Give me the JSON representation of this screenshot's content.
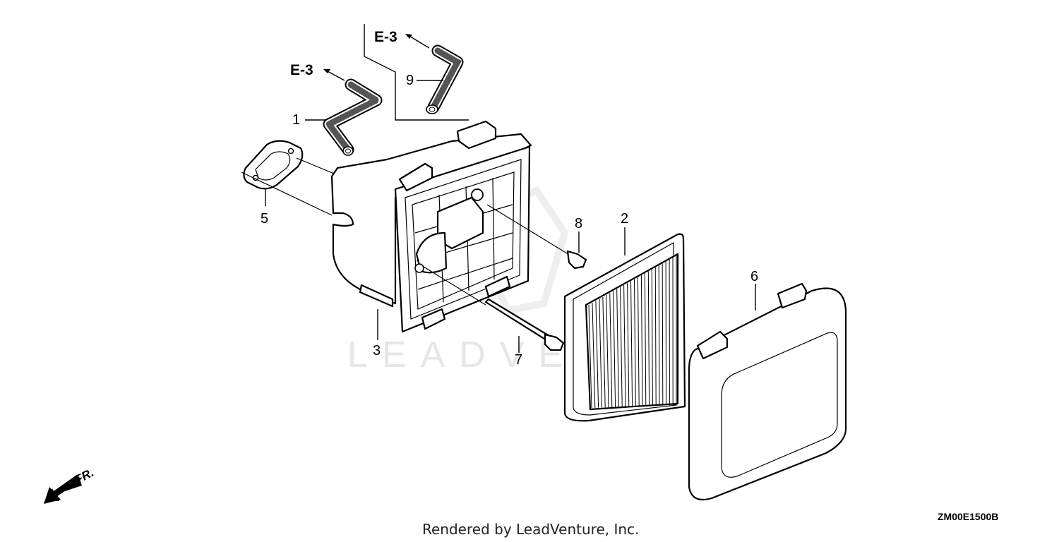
{
  "diagram": {
    "callouts": [
      {
        "id": "1",
        "label": "1"
      },
      {
        "id": "2",
        "label": "2"
      },
      {
        "id": "3",
        "label": "3"
      },
      {
        "id": "5",
        "label": "5"
      },
      {
        "id": "6",
        "label": "6"
      },
      {
        "id": "7",
        "label": "7"
      },
      {
        "id": "8",
        "label": "8"
      },
      {
        "id": "9",
        "label": "9"
      }
    ],
    "references": [
      {
        "id": "e3-upper",
        "label": "E-3"
      },
      {
        "id": "e3-lower",
        "label": "E-3"
      }
    ],
    "direction_label": "FR.",
    "diagram_code": "ZM00E1500B",
    "watermark": "LEADVENTURE",
    "footer": "Rendered by LeadVenture, Inc."
  }
}
